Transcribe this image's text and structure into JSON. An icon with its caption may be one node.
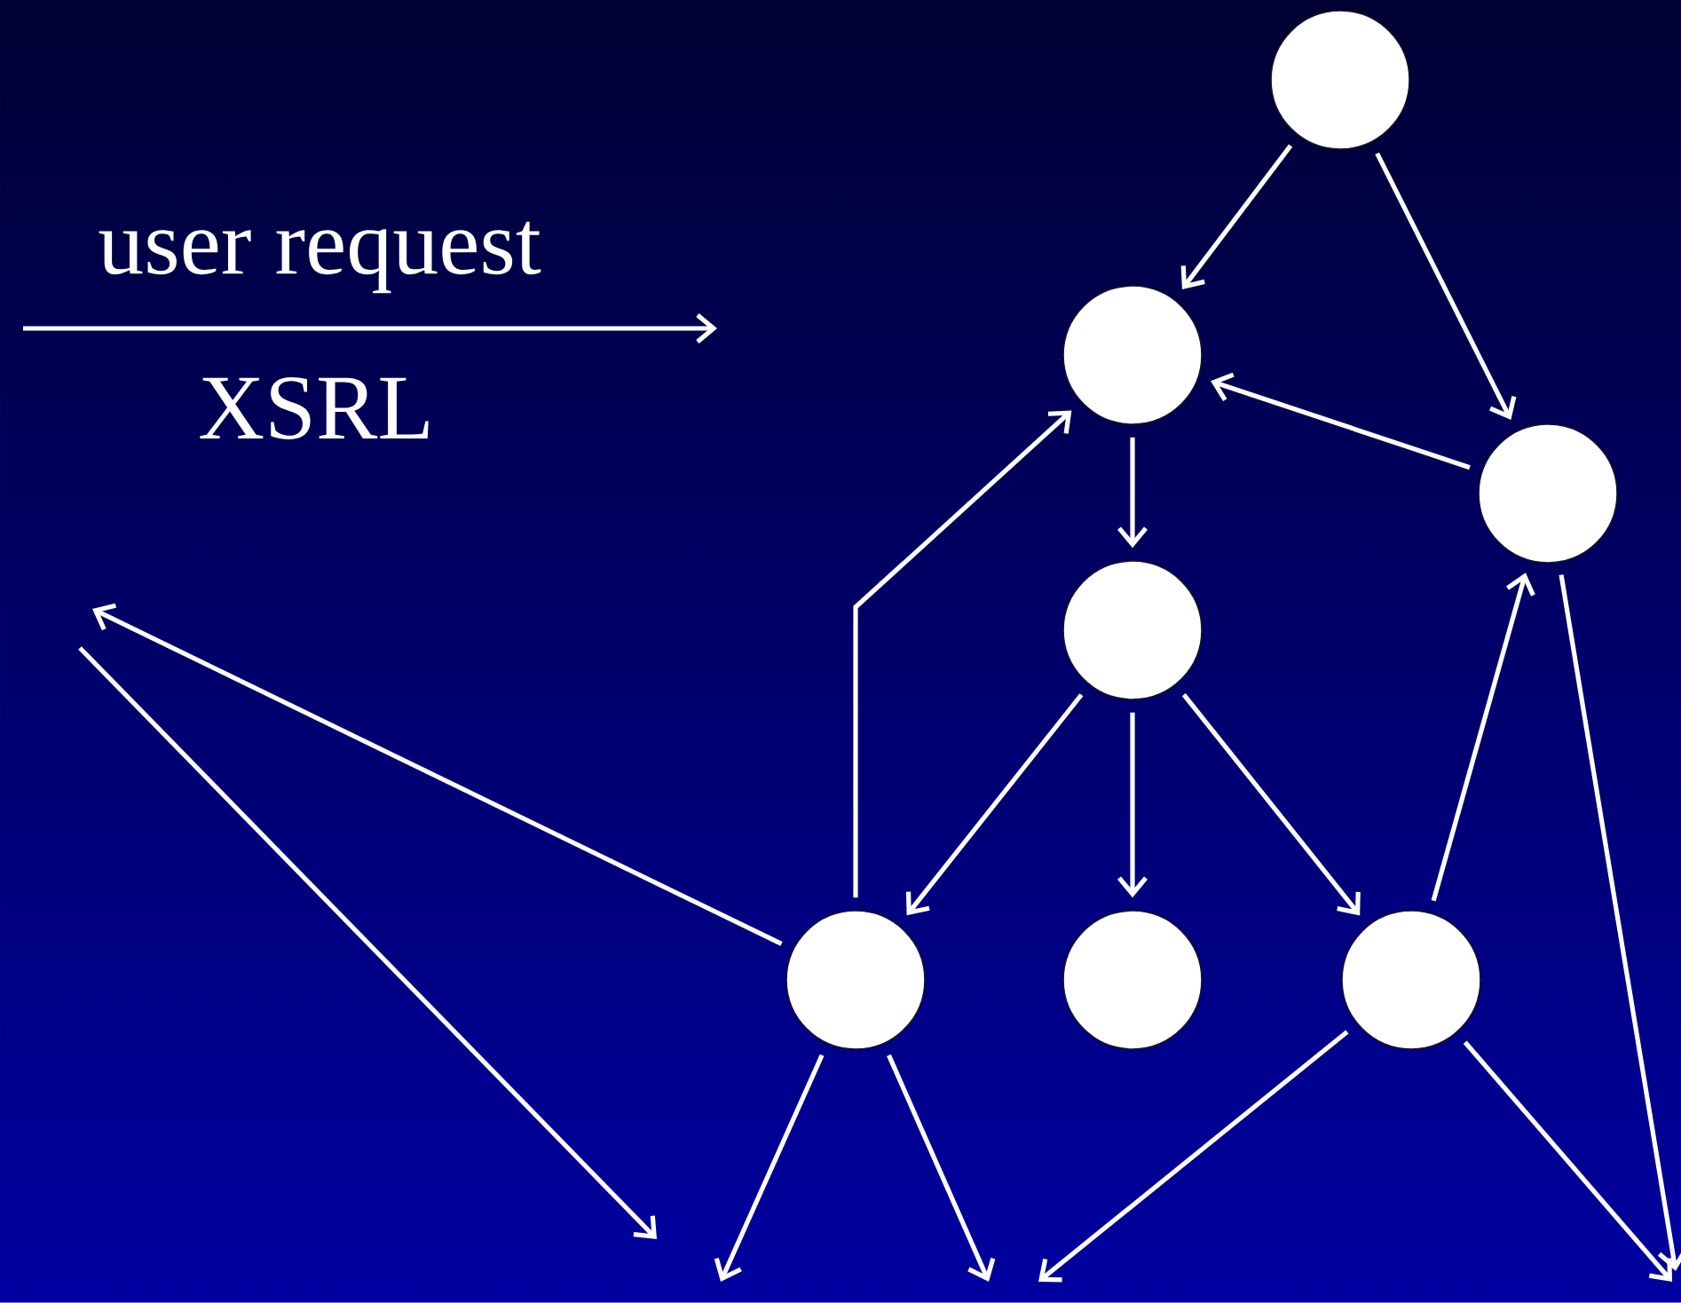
{
  "diagram": {
    "nodes": [
      {
        "text": [],
        "shape": "circle"
      },
      {
        "text": [],
        "shape": "circle"
      },
      {
        "text": [],
        "shape": "circle"
      },
      {
        "text": [],
        "shape": "circle"
      },
      {
        "text": [],
        "shape": "circle"
      },
      {
        "text": [],
        "shape": "circle"
      },
      {
        "text": [],
        "shape": "circle"
      }
    ],
    "edges": [
      {
        "from": 0,
        "to": 1,
        "arrow": "to"
      },
      {
        "from": 0,
        "to": 2,
        "arrow": "to"
      },
      {
        "from": 2,
        "to": 1,
        "arrow": "to"
      },
      {
        "from": 1,
        "to": 3,
        "arrow": "to"
      },
      {
        "from": 4,
        "to": 1,
        "arrow": "to"
      },
      {
        "from": 3,
        "to": 4,
        "arrow": "to"
      },
      {
        "from": 3,
        "to": 5,
        "arrow": "to"
      },
      {
        "from": 3,
        "to": 6,
        "arrow": "to"
      },
      {
        "from": 6,
        "to": 2,
        "arrow": "to"
      },
      {
        "from": 4,
        "to": null,
        "arrow": "to"
      },
      {
        "from": 4,
        "to": null,
        "arrow": "to"
      },
      {
        "from": 4,
        "to": null,
        "arrow": "to"
      },
      {
        "from": 6,
        "to": null,
        "arrow": "to"
      },
      {
        "from": 6,
        "to": null,
        "arrow": "to"
      },
      {
        "from": 2,
        "to": null,
        "arrow": "to"
      }
    ],
    "labels": [
      "user request",
      "XSRL"
    ]
  }
}
